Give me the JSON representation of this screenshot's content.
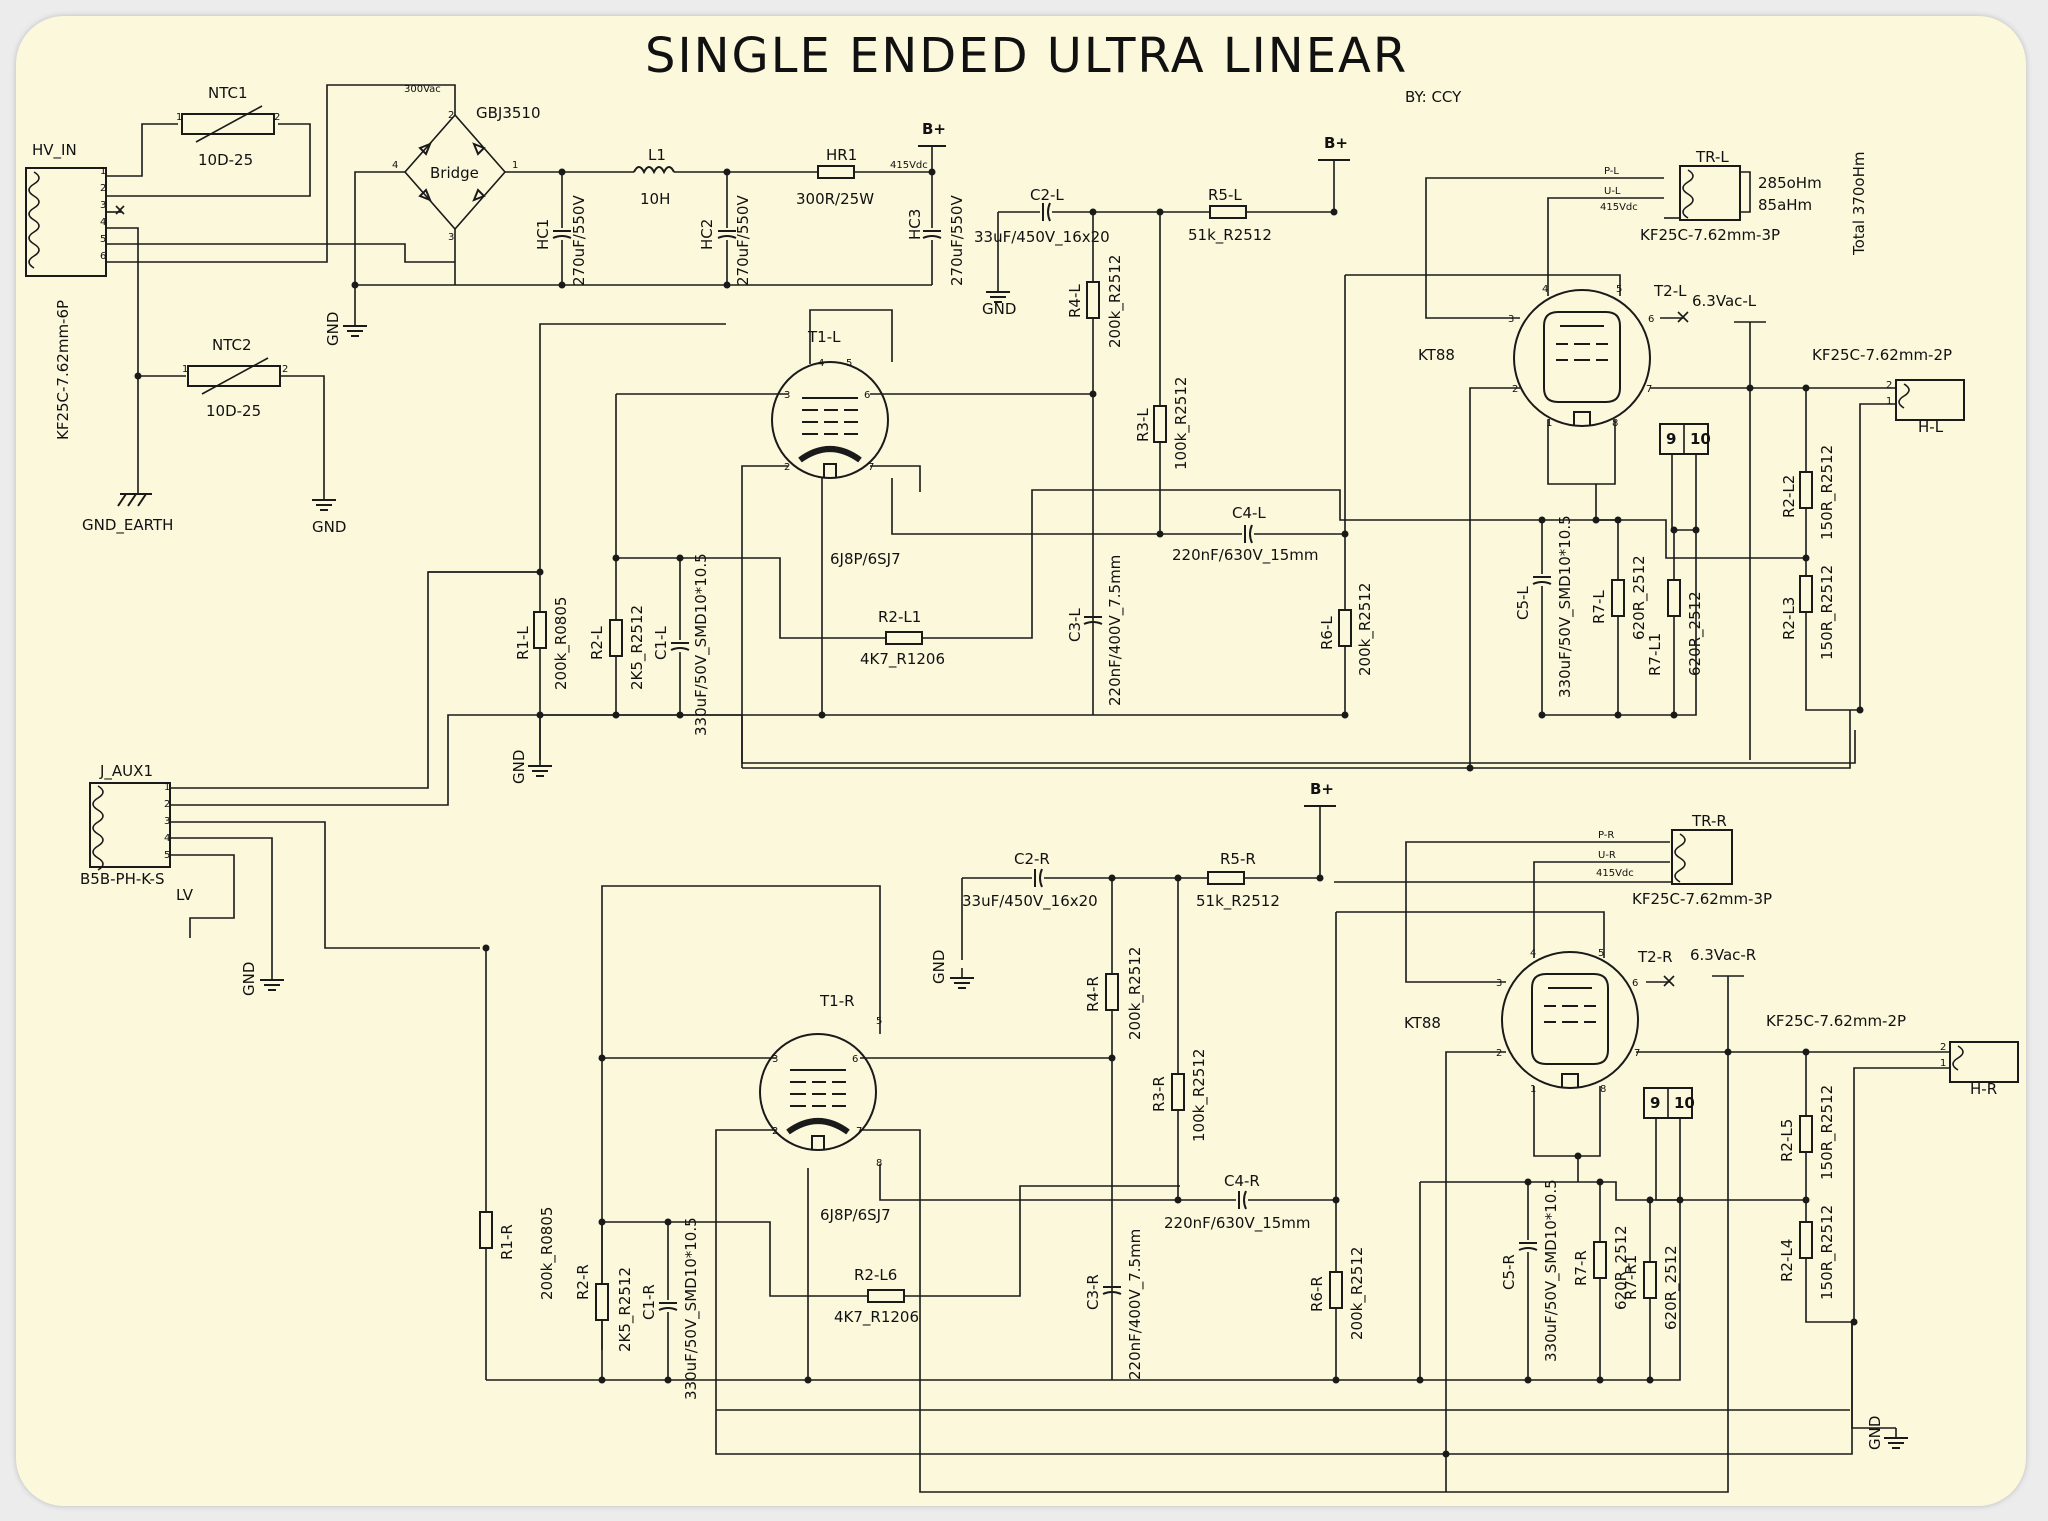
{
  "title": "SINGLE ENDED ULTRA LINEAR",
  "author": "BY: CCY",
  "total_note": "Total 370oHm",
  "power": {
    "hv_in": "HV_IN",
    "hv_conn": "KF25C-7.62mm-6P",
    "ntc1": "NTC1",
    "ntc1_val": "10D-25",
    "ntc2": "NTC2",
    "ntc2_val": "10D-25",
    "bridge_name": "GBJ3510",
    "bridge": "Bridge",
    "vac": "300Vac",
    "vdc": "415Vdc",
    "l1": "L1",
    "l1_val": "10H",
    "hr1": "HR1",
    "hr1_val": "300R/25W",
    "hc1": "HC1",
    "hc1_val": "270uF/550V",
    "hc2": "HC2",
    "hc2_val": "270uF/550V",
    "hc3": "HC3",
    "hc3_val": "270uF/550V",
    "bplus": "B+",
    "gnd_earth": "GND_EARTH",
    "gnd": "GND"
  },
  "aux": {
    "name": "J_AUX1",
    "part": "B5B-PH-K-S",
    "lv": "LV"
  },
  "left": {
    "t1": "T1-L",
    "t1_type": "6J8P/6SJ7",
    "t2": "T2-L",
    "t2_type": "KT88",
    "c2": "C2-L",
    "c2_val": "33uF/450V_16x20",
    "r5": "R5-L",
    "r5_val": "51k_R2512",
    "r4": "R4-L",
    "r4_val": "200k_R2512",
    "r3": "R3-L",
    "r3_val": "100k_R2512",
    "c4": "C4-L",
    "c4_val": "220nF/630V_15mm",
    "c3": "C3-L",
    "c3_val": "220nF/400V_7.5mm",
    "r6": "R6-L",
    "r6_val": "200k_R2512",
    "r1": "R1-L",
    "r1_val": "200k_R0805",
    "r2": "R2-L",
    "r2_val": "2K5_R2512",
    "c1": "C1-L",
    "c1_val": "330uF/50V_SMD10*10.5",
    "r2l1": "R2-L1",
    "r2l1_val": "4K7_R1206",
    "c5": "C5-L",
    "c5_val": "330uF/50V_SMD10*10.5",
    "r7": "R7-L",
    "r7_val": "620R_2512",
    "r7b": "R7-L1",
    "r7b_val": "620R_2512",
    "r2a": "R2-L2",
    "r2a_val": "150R_R2512",
    "r2b": "R2-L3",
    "r2b_val": "150R_R2512",
    "tr": "TR-L",
    "tr_pins": [
      "P-L",
      "U-L",
      "415Vdc"
    ],
    "tr_part": "KF25C-7.62mm-3P",
    "ohm1": "285oHm",
    "ohm2": "85aHm",
    "heater": "6.3Vac-L",
    "h_conn": "KF25C-7.62mm-2P",
    "h_name": "H-L",
    "j9": "9",
    "j10": "10"
  },
  "right": {
    "t1": "T1-R",
    "t1_type": "6J8P/6SJ7",
    "t2": "T2-R",
    "t2_type": "KT88",
    "c2": "C2-R",
    "c2_val": "33uF/450V_16x20",
    "r5": "R5-R",
    "r5_val": "51k_R2512",
    "r4": "R4-R",
    "r4_val": "200k_R2512",
    "r3": "R3-R",
    "r3_val": "100k_R2512",
    "c4": "C4-R",
    "c4_val": "220nF/630V_15mm",
    "c3": "C3-R",
    "c3_val": "220nF/400V_7.5mm",
    "r6": "R6-R",
    "r6_val": "200k_R2512",
    "r1": "R1-R",
    "r1_val": "200k_R0805",
    "r2": "R2-R",
    "r2_val": "2K5_R2512",
    "c1": "C1-R",
    "c1_val": "330uF/50V_SMD10*10.5",
    "r2l1": "R2-L6",
    "r2l1_val": "4K7_R1206",
    "c5": "C5-R",
    "c5_val": "330uF/50V_SMD10*10.5",
    "r7": "R7-R",
    "r7_val": "620R_2512",
    "r7b": "R7-R1",
    "r7b_val": "620R_2512",
    "r2a": "R2-L5",
    "r2a_val": "150R_R2512",
    "r2b": "R2-L4",
    "r2b_val": "150R_R2512",
    "tr": "TR-R",
    "tr_pins": [
      "P-R",
      "U-R",
      "415Vdc"
    ],
    "tr_part": "KF25C-7.62mm-3P",
    "heater": "6.3Vac-R",
    "h_conn": "KF25C-7.62mm-2P",
    "h_name": "H-R",
    "j9": "9",
    "j10": "10"
  }
}
